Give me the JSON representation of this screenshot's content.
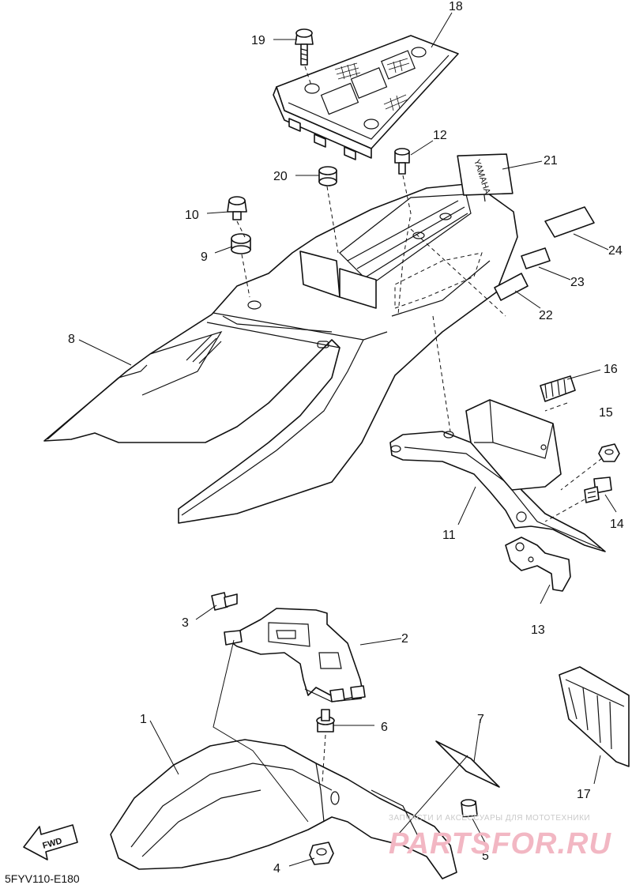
{
  "callouts": [
    "1",
    "2",
    "3",
    "4",
    "5",
    "6",
    "7",
    "8",
    "9",
    "10",
    "11",
    "12",
    "13",
    "14",
    "15",
    "16",
    "17",
    "18",
    "19",
    "20",
    "21",
    "22",
    "23",
    "24"
  ],
  "decal_text": "YAMAHA",
  "fwd_label": "FWD",
  "diagram_code": "5FYV110-E180",
  "watermark": {
    "tagline": "ЗАПЧАСТИ И АКСЕССУАРЫ ДЛЯ МОТОТЕХНИКИ",
    "brand": "PARTSFOR.RU",
    "color": "#f2b7c3"
  }
}
